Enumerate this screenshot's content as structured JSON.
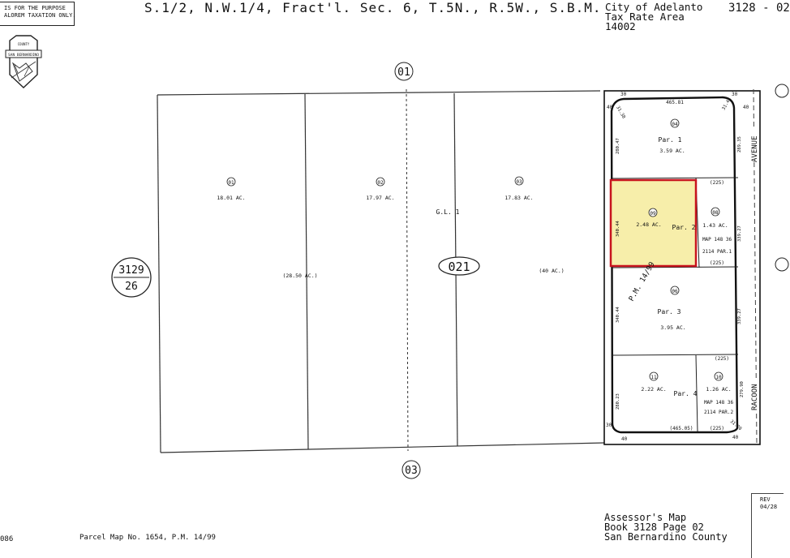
{
  "header": {
    "title": "S.1/2, N.W.1/4, Fract'l. Sec. 6, T.5N., R.5W., S.B.M.",
    "city": "City of Adelanto",
    "tax_rate_area": "Tax Rate Area",
    "tra_number": "14002",
    "page_ref": "3128 - 02"
  },
  "disclaimer": {
    "line1": "IS FOR THE PURPOSE",
    "line2": "ALOREM TAXATION ONLY."
  },
  "seal_text": {
    "top": "COUNTY",
    "band": "SAN BERNARDINO"
  },
  "map": {
    "block_top": "01",
    "block_bottom": "03",
    "book_page_ref_top": "3129",
    "book_page_ref_bottom": "26",
    "center_block": "021",
    "gl_label": "G.L. 1",
    "left_parcels": [
      {
        "num": "01",
        "acres": "18.01 AC."
      },
      {
        "num": "02",
        "acres": "17.97 AC."
      },
      {
        "num": "03",
        "acres": "17.83 AC."
      }
    ],
    "gross_left": "(28.50 AC.)",
    "gross_right": "(40 AC.)",
    "pm_label": "P.M. 14/99",
    "street": "AVENUE",
    "street2": "RACOON",
    "right_parcels": [
      {
        "num": "04",
        "par": "Par. 1",
        "acres": "3.59 AC."
      },
      {
        "num": "09",
        "par": "Par. 2",
        "acres": "2.48 AC.",
        "highlighted": true
      },
      {
        "num": "08",
        "acres": "1.43 AC.",
        "map_ref1": "MAP 148 36",
        "map_ref2": "2114 PAR.1"
      },
      {
        "num": "06",
        "par": "Par. 3",
        "acres": "3.95 AC."
      },
      {
        "num": "11",
        "acres": "2.22 AC."
      },
      {
        "num": "10",
        "par": "Par. 4",
        "acres": "1.26 AC.",
        "map_ref1": "MAP 148 36",
        "map_ref2": "2114 PAR.2"
      }
    ],
    "dims": {
      "top": "465.81",
      "bottom": "(465.05)",
      "d225a": "(225)",
      "d225b": "(225)",
      "d225c": "(225)",
      "d225d": "(225)",
      "left1": "280.47",
      "left2": "340.44",
      "left3": "340.44",
      "left4": "280.23",
      "right1": "289.35",
      "right2": "339.27",
      "right3": "339.27",
      "right4": "279.90",
      "curve_tl": "31.38",
      "curve_tr": "31.42",
      "curve_br": "31.20",
      "n30a": "30",
      "n30b": "30",
      "n30c": "30",
      "n40a": "40",
      "n40b": "40",
      "n40c": "40",
      "n40d": "40"
    },
    "highlight_color": "#f7eeaa",
    "highlight_border": "#c8141e"
  },
  "footer": {
    "parcel_map": "Parcel Map No. 1654, P.M. 14/99",
    "edge_code": "086",
    "assessor_title": "Assessor's Map",
    "book_page": "Book 3128 Page 02",
    "county": "San Bernardino County",
    "rev_label": "REV",
    "rev_date": "04/28"
  }
}
